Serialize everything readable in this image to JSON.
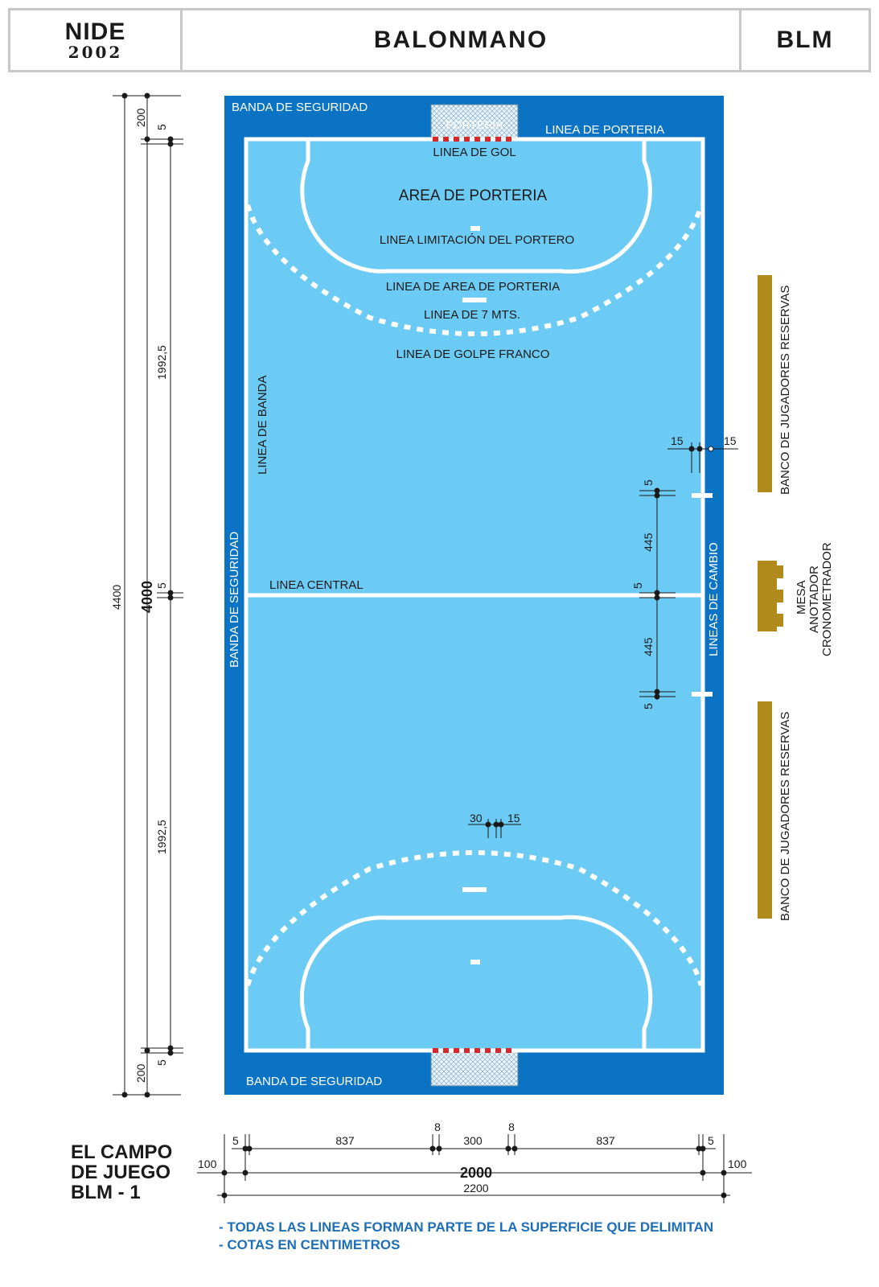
{
  "header": {
    "brand": "NIDE",
    "year": "2002",
    "title": "BALONMANO",
    "code": "BLM"
  },
  "court_labels": {
    "banda_top": "BANDA DE SEGURIDAD",
    "banda_bottom": "BANDA DE SEGURIDAD",
    "banda_left": "BANDA DE SEGURIDAD",
    "porteria": "PORTERIA",
    "linea_porteria": "LINEA  DE PORTERIA",
    "linea_gol": "LINEA  DE GOL",
    "area_porteria": "AREA DE PORTERIA",
    "linea_limitacion": "LINEA LIMITACIÓN DEL PORTERO",
    "linea_area": "LINEA DE AREA DE PORTERIA",
    "linea_7": "LINEA DE 7 MTS.",
    "golpe_franco": "LINEA DE GOLPE FRANCO",
    "linea_banda": "LINEA DE BANDA",
    "linea_central": "LINEA CENTRAL",
    "lineas_cambio": "LINEAS DE CAMBIO"
  },
  "side_labels": {
    "banco_top": "BANCO DE JUGADORES RESERVAS",
    "banco_bottom": "BANCO DE JUGADORES RESERVAS",
    "mesa_1": "MESA",
    "mesa_2": "ANOTADOR",
    "mesa_3": "CRONOMETRADOR"
  },
  "dims": {
    "v200_top": "200",
    "v5_top": "5",
    "v1992_top": "1992,5",
    "v4400": "4400",
    "v4000": "4000",
    "v5_mid": "5",
    "v1992_bot": "1992,5",
    "v5_bot": "5",
    "v200_bot": "200",
    "c15a": "15",
    "c15b": "15",
    "c5a": "5",
    "c445a": "445",
    "c5b": "5",
    "c445b": "445",
    "c5c": "5",
    "p30": "30",
    "p15": "15",
    "b5l": "5",
    "b837l": "837",
    "b8l": "8",
    "b300": "300",
    "b8r": "8",
    "b837r": "837",
    "b5r": "5",
    "b100l": "100",
    "b2000": "2000",
    "b100r": "100",
    "b2200": "2200"
  },
  "caption": {
    "line1": "EL CAMPO",
    "line2": "DE JUEGO",
    "line3": "BLM - 1"
  },
  "notes": [
    "- TODAS LAS LINEAS FORMAN PARTE DE LA SUPERFICIE QUE DELIMITAN",
    "- COTAS EN CENTIMETROS"
  ],
  "colors": {
    "outer": "#0a73c4",
    "court": "#6ccbf4",
    "lines": "#ffffff",
    "bench": "#b08a1a",
    "goal_red": "#d8262a",
    "notes": "#1e6fb8"
  }
}
